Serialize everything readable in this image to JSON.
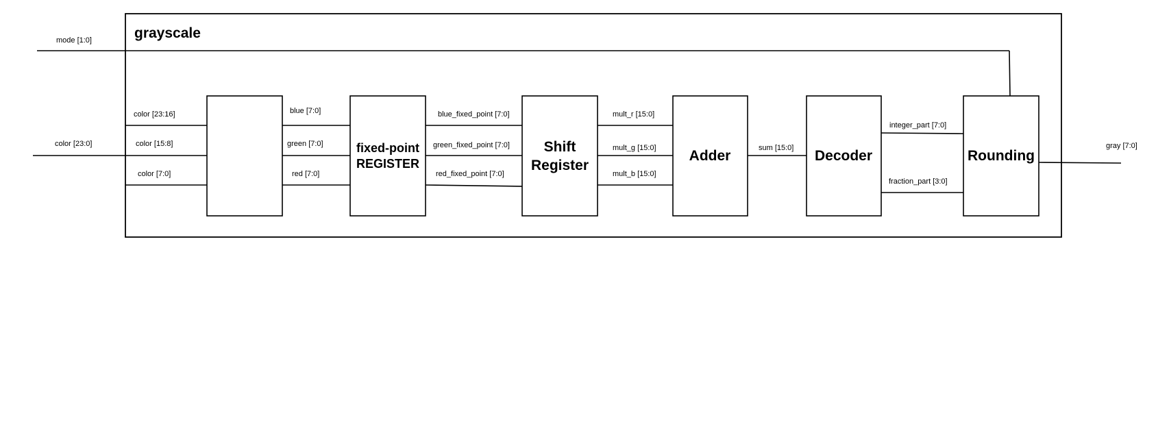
{
  "module": {
    "title": "grayscale"
  },
  "inputs": {
    "mode": "mode [1:0]",
    "color": "color [23:0]"
  },
  "splitter": {
    "color_hi": "color [23:16]",
    "color_mid": "color [15:8]",
    "color_lo": "color [7:0]"
  },
  "channels": {
    "blue": "blue [7:0]",
    "green": "green [7:0]",
    "red": "red [7:0]"
  },
  "fixed_point_register": {
    "line1": "fixed-point",
    "line2": "REGISTER"
  },
  "fixed_outputs": {
    "blue": "blue_fixed_point [7:0]",
    "green": "green_fixed_point [7:0]",
    "red": "red_fixed_point [7:0]"
  },
  "shift_register": {
    "line1": "Shift",
    "line2": "Register"
  },
  "mults": {
    "r": "mult_r [15:0]",
    "g": "mult_g [15:0]",
    "b": "mult_b [15:0]"
  },
  "adder": {
    "label": "Adder"
  },
  "sum": "sum [15:0]",
  "decoder": {
    "label": "Decoder"
  },
  "decoder_outputs": {
    "integer": "integer_part [7:0]",
    "fraction": "fraction_part [3:0]"
  },
  "rounding": {
    "label": "Rounding"
  },
  "output": {
    "gray": "gray [7:0]"
  }
}
